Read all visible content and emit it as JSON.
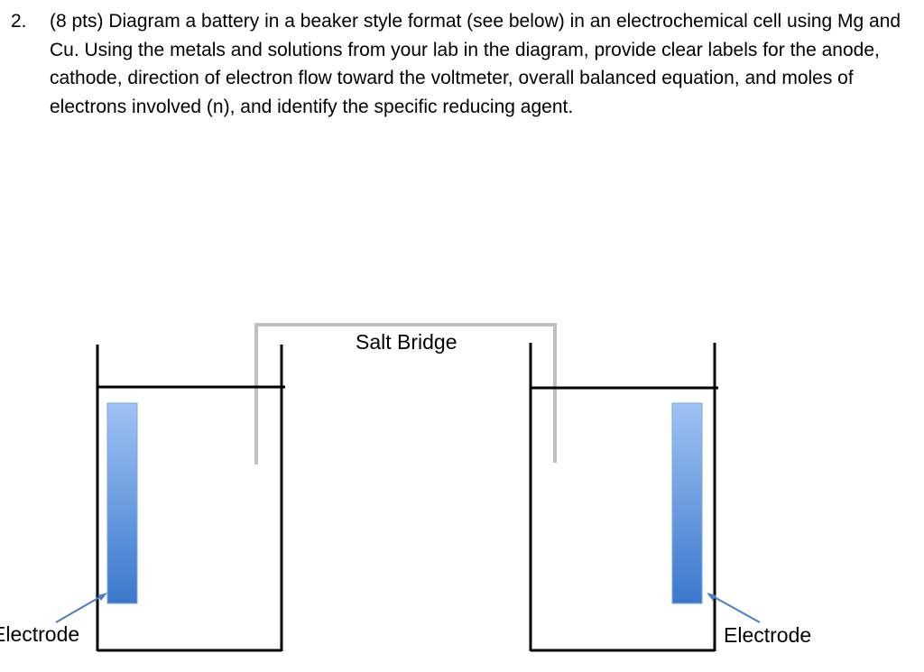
{
  "question": {
    "number": "2.",
    "text": "(8 pts) Diagram a battery in a beaker style format (see below) in an electrochemical cell using Mg and Cu. Using the metals and solutions from your lab in the diagram, provide clear labels for the anode, cathode, direction of electron flow toward the voltmeter, overall balanced equation, and moles of electrons involved (n), and identify the specific reducing agent."
  },
  "diagram": {
    "salt_bridge_label": "Salt Bridge",
    "left_electrode_label": "Electrode",
    "right_electrode_label": "Electrode",
    "colors": {
      "electrode_top": "#9fc3f5",
      "electrode_bottom": "#3b78cc",
      "salt_bridge": "#c0c0c0",
      "arrow": "#4a7fc1",
      "beaker": "#000000"
    }
  }
}
